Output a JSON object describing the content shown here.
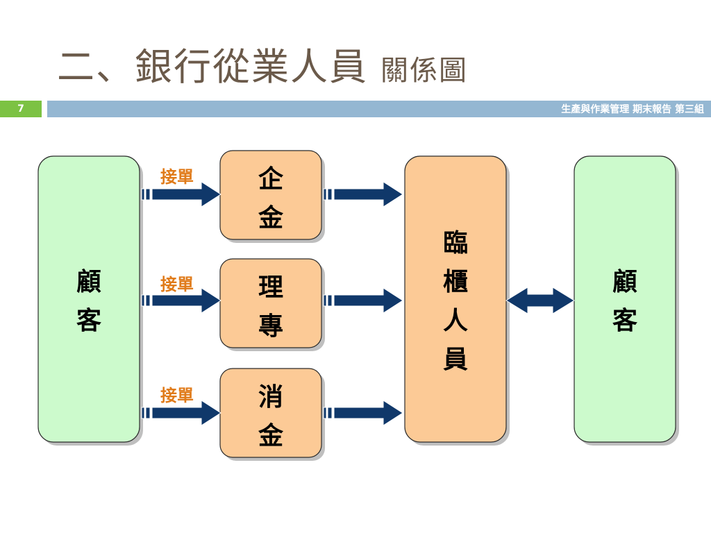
{
  "slide": {
    "title_main": "二、銀行從業人員",
    "title_sub": "關係圖",
    "page_number": "7",
    "footer": "生產與作業管理 期末報告 第三組"
  },
  "diagram": {
    "nodes": {
      "customer_left": [
        "顧",
        "客"
      ],
      "corporate": [
        "企",
        "金"
      ],
      "wealth": [
        "理",
        "專"
      ],
      "consumer": [
        "消",
        "金"
      ],
      "teller": [
        "臨",
        "櫃",
        "人",
        "員"
      ],
      "customer_right": [
        "顧",
        "客"
      ]
    },
    "edge_labels": [
      "接單",
      "接單",
      "接單"
    ]
  },
  "colors": {
    "green_box": "#ccfacc",
    "orange_box": "#fcca96",
    "arrow": "#10386a",
    "title": "#6b5a4a",
    "bar": "#94b7d2",
    "page_badge": "#7cc243",
    "edge_label": "#e07b1a"
  }
}
